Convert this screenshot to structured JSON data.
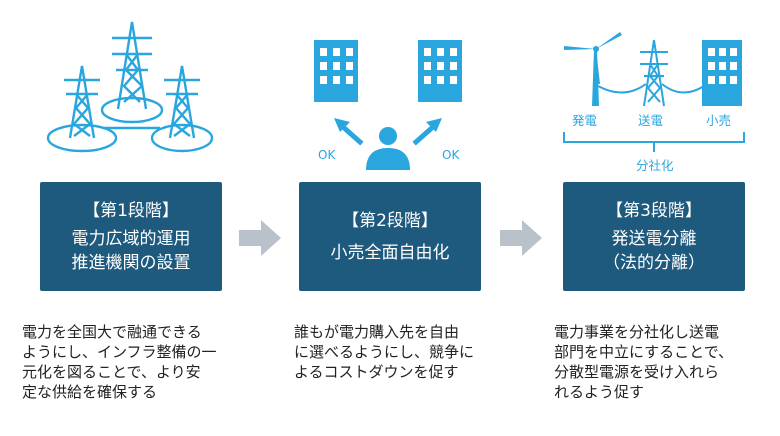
{
  "stages": [
    {
      "label": "【第1段階】",
      "title_lines": [
        "電力広域的運用",
        "推進機関の設置"
      ],
      "description_lines": [
        "電力を全国大で融通できる",
        "ようにし、インフラ整備の一",
        "元化を図ることで、より安",
        "定な供給を確保する"
      ]
    },
    {
      "label": "【第2段階】",
      "title_lines": [
        "小売全面自由化"
      ],
      "description_lines": [
        "誰もが電力購入先を自由",
        "に選べるようにし、競争に",
        "よるコストダウンを促す"
      ]
    },
    {
      "label": "【第3段階】",
      "title_lines": [
        "発送電分離",
        "（法的分離）"
      ],
      "description_lines": [
        "電力事業を分社化し送電",
        "部門を中立にすることで、",
        "分散型電源を受け入れら",
        "れるよう促す"
      ]
    }
  ],
  "icon2": {
    "ok_left": "OK",
    "ok_right": "OK"
  },
  "icon3": {
    "gen": "発電",
    "trans": "送電",
    "retail": "小売",
    "split": "分社化"
  },
  "colors": {
    "box": "#1e5a7e",
    "icon": "#2aa6df",
    "arrow": "#b9c2cb"
  }
}
